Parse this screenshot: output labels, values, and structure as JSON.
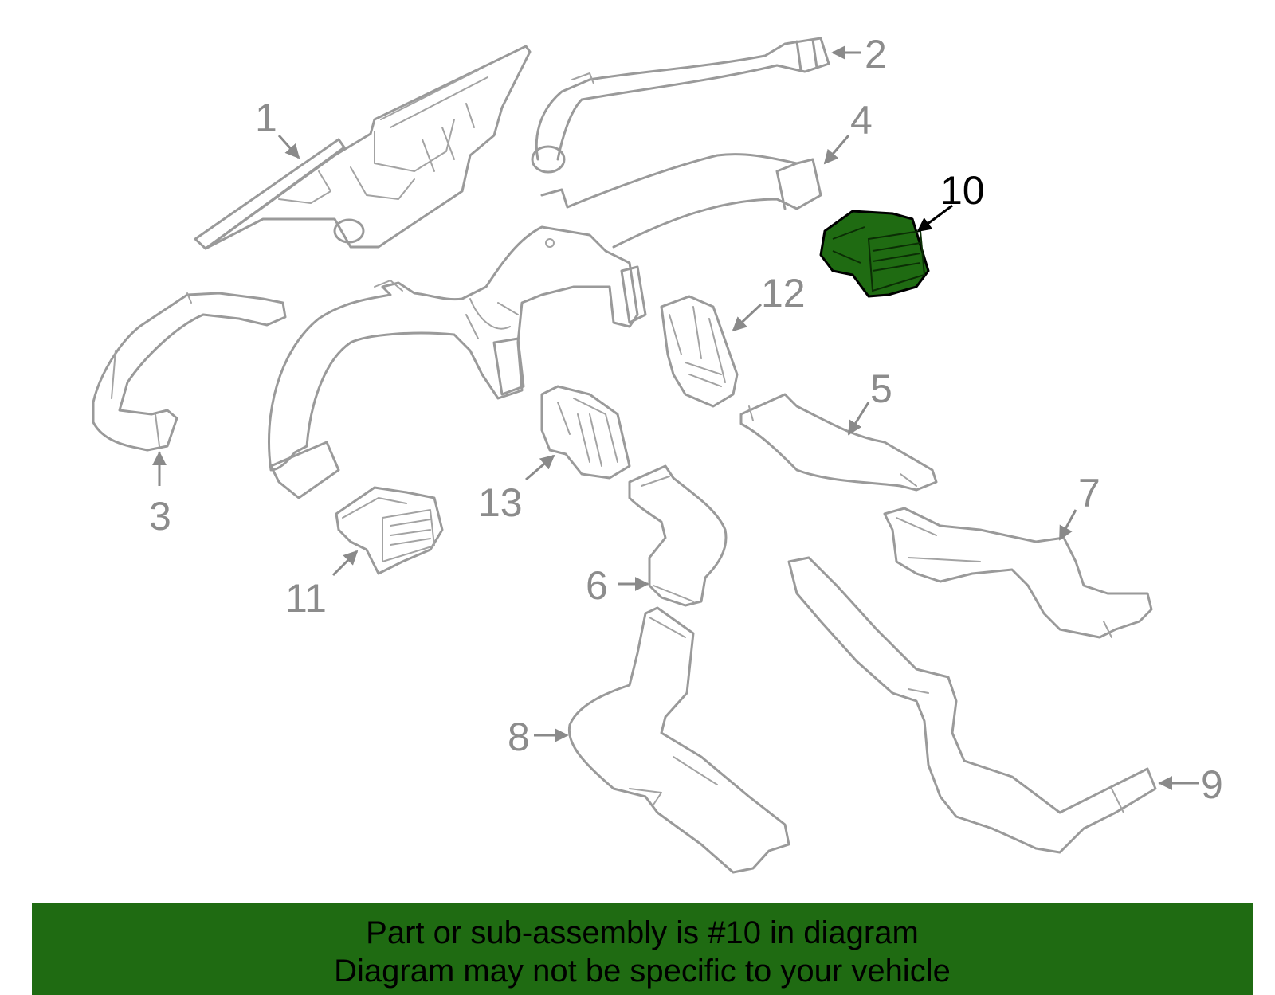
{
  "callouts": {
    "c1": "1",
    "c2": "2",
    "c3": "3",
    "c4": "4",
    "c5": "5",
    "c6": "6",
    "c7": "7",
    "c8": "8",
    "c9": "9",
    "c10": "10",
    "c11": "11",
    "c12": "12",
    "c13": "13"
  },
  "highlight": {
    "part": "10",
    "color": "#1f6b12"
  },
  "banner": {
    "line1": "Part or sub-assembly is #10 in diagram",
    "line2": "Diagram may not be specific to your vehicle"
  }
}
